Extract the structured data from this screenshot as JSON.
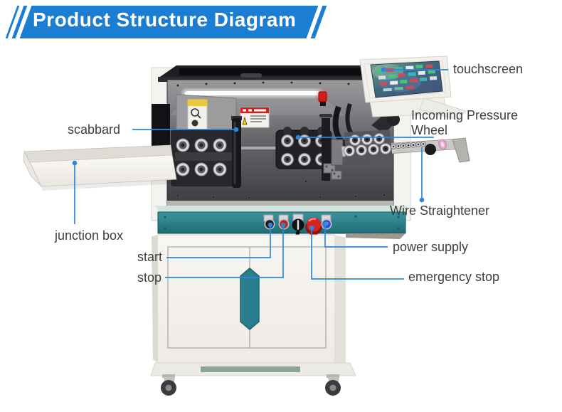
{
  "header": {
    "title": "Product Structure Diagram"
  },
  "colors": {
    "accent_blue": "#2f86dd",
    "banner_blue": "#1b7ed3",
    "label_text": "#3e3e3e",
    "control_strip_teal": "#2b8791",
    "handle_teal": "#2a7f8e"
  },
  "labels": {
    "touchscreen": "touchscreen",
    "incoming_pressure_wheel": "Incoming Pressure Wheel",
    "scabbard": "scabbard",
    "wire_straightener": "Wire Straightener",
    "junction_box": "junction box",
    "power_supply": "power supply",
    "start": "start",
    "stop": "stop",
    "emergency_stop": "emergency stop"
  }
}
